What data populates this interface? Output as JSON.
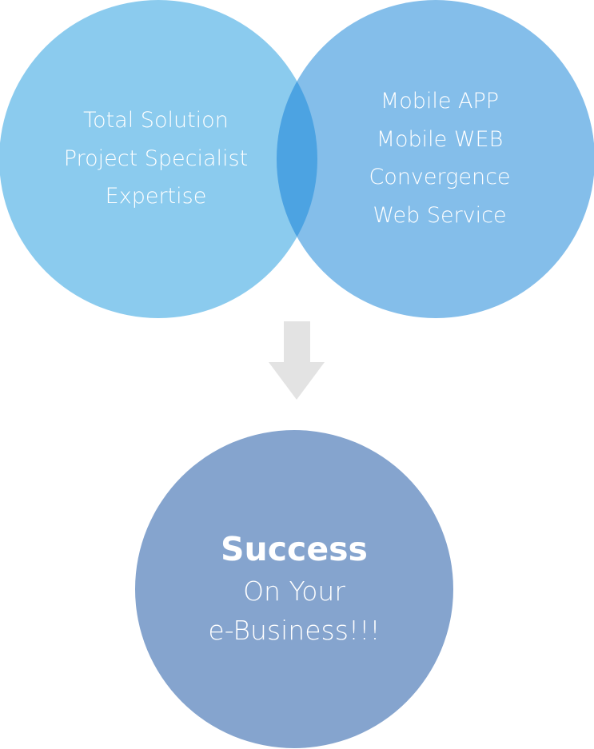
{
  "diagram": {
    "left_circle": {
      "lines": [
        "Total Solution",
        "Project Specialist",
        "Expertise"
      ],
      "color": "#8BCBEE"
    },
    "right_circle": {
      "lines": [
        "Mobile APP",
        "Mobile WEB",
        "Convergence",
        "Web Service"
      ],
      "color": "#84BEEA"
    },
    "overlap_color": "#4CA3E2",
    "arrow": {
      "direction": "down",
      "color": "#E3E3E3"
    },
    "result_circle": {
      "headline": "Success",
      "lines": [
        "On Your",
        "e-Business!!!"
      ],
      "color": "#85A4CE"
    },
    "text_color": "#FFFFFF"
  }
}
